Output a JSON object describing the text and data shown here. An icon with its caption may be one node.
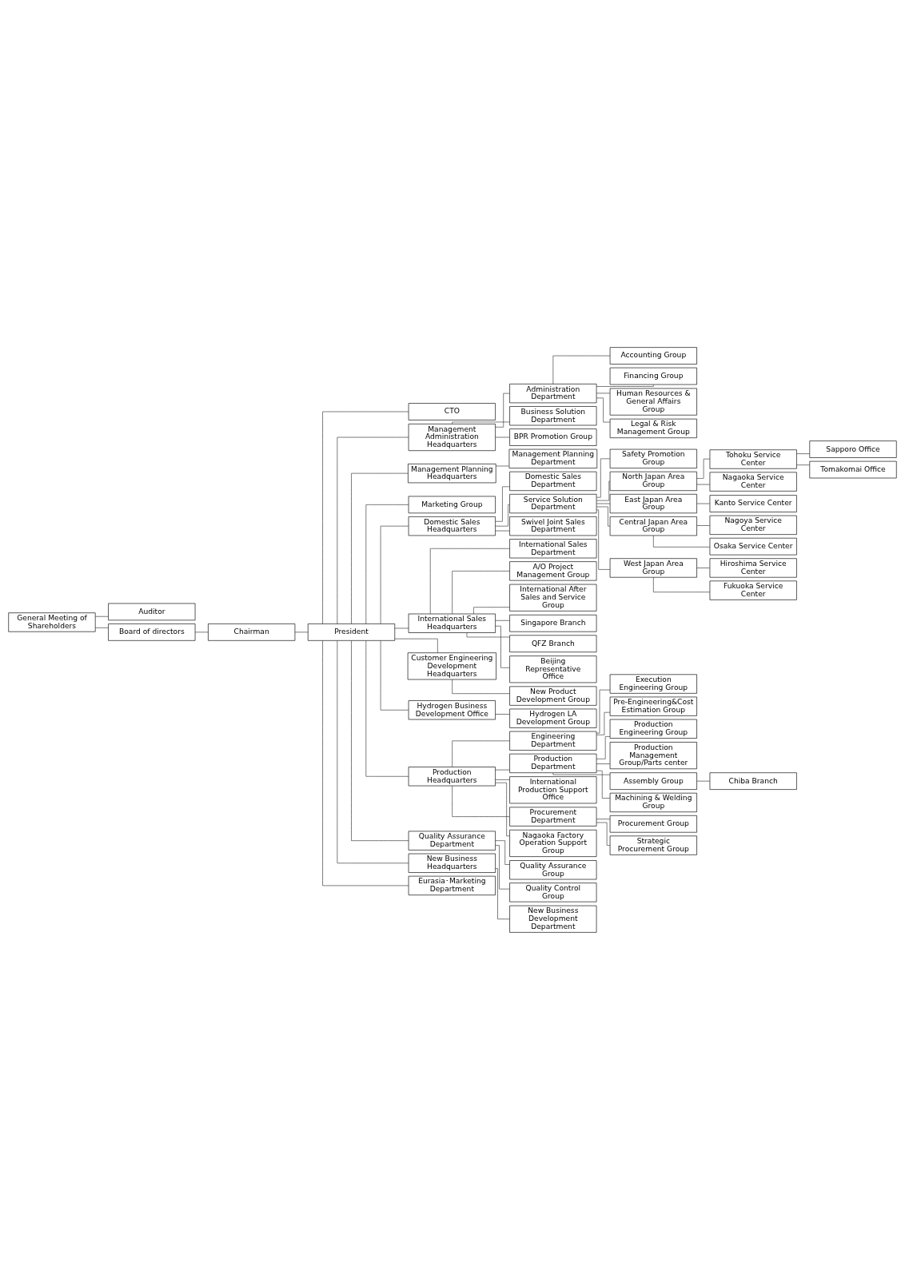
{
  "diagram": {
    "nodes": [
      {
        "text": [
          "General Meeting of Shareholders"
        ]
      },
      {
        "text": [
          "Auditor"
        ]
      },
      {
        "text": [
          "Board of directors"
        ]
      },
      {
        "text": [
          "Chairman"
        ]
      },
      {
        "text": [
          "President"
        ]
      },
      {
        "text": [
          "CTO"
        ]
      },
      {
        "text": [
          "Management Administration Headquarters"
        ]
      },
      {
        "text": [
          "Administration Department"
        ]
      },
      {
        "text": [
          "Accounting Group"
        ]
      },
      {
        "text": [
          "Financing Group"
        ]
      },
      {
        "text": [
          "Human Resources & General Affairs Group"
        ]
      },
      {
        "text": [
          "Legal & Risk Management Group"
        ]
      },
      {
        "text": [
          "Business Solution Department"
        ]
      },
      {
        "text": [
          "BPR Promotion Group"
        ]
      },
      {
        "text": [
          "Management Planning Headquarters"
        ]
      },
      {
        "text": [
          "Management Planning Department"
        ]
      },
      {
        "text": [
          "Marketing Group"
        ]
      },
      {
        "text": [
          "Domestic Sales Headquarters"
        ]
      },
      {
        "text": [
          "Domestic Sales Department"
        ]
      },
      {
        "text": [
          "Service Solution Department"
        ]
      },
      {
        "text": [
          "Safety Promotion Group"
        ]
      },
      {
        "text": [
          "North Japan Area Group"
        ]
      },
      {
        "text": [
          "Tohoku Service Center"
        ]
      },
      {
        "text": [
          "Sapporo Office"
        ]
      },
      {
        "text": [
          "Tomakomai Office"
        ]
      },
      {
        "text": [
          "Nagaoka Service Center"
        ]
      },
      {
        "text": [
          "East Japan Area Group"
        ]
      },
      {
        "text": [
          "Kanto Service Center"
        ]
      },
      {
        "text": [
          "Central Japan Area Group"
        ]
      },
      {
        "text": [
          "Nagoya Service Center"
        ]
      },
      {
        "text": [
          "Osaka Service Center"
        ]
      },
      {
        "text": [
          "West Japan Area Group"
        ]
      },
      {
        "text": [
          "Hiroshima Service Center"
        ]
      },
      {
        "text": [
          "Fukuoka Service Center"
        ]
      },
      {
        "text": [
          "Swivel Joint Sales Department"
        ]
      },
      {
        "text": [
          "International Sales Headquarters"
        ]
      },
      {
        "text": [
          "International Sales Department"
        ]
      },
      {
        "text": [
          "A/O Project Management Group"
        ]
      },
      {
        "text": [
          "International After Sales and Service Group"
        ]
      },
      {
        "text": [
          "Singapore Branch"
        ]
      },
      {
        "text": [
          "QFZ Branch"
        ]
      },
      {
        "text": [
          "Beijing Representative Office"
        ]
      },
      {
        "text": [
          "Customer Engineering Development Headquarters"
        ]
      },
      {
        "text": [
          "New Product Development Group"
        ]
      },
      {
        "text": [
          "Hydrogen Business Development Office"
        ]
      },
      {
        "text": [
          "Hydrogen LA Development Group"
        ]
      },
      {
        "text": [
          "Production Headquarters"
        ]
      },
      {
        "text": [
          "Engineering Department"
        ]
      },
      {
        "text": [
          "Execution Engineering Group"
        ]
      },
      {
        "text": [
          "Pre-Engineering&Cost Estimation Group"
        ]
      },
      {
        "text": [
          "Production Department"
        ]
      },
      {
        "text": [
          "Production Engineering Group"
        ]
      },
      {
        "text": [
          "Production Management Group/Parts center"
        ]
      },
      {
        "text": [
          "Assembly Group"
        ]
      },
      {
        "text": [
          "Machining & Welding Group"
        ]
      },
      {
        "text": [
          "Chiba Branch"
        ]
      },
      {
        "text": [
          "International Production Support Office"
        ]
      },
      {
        "text": [
          "Procurement Department"
        ]
      },
      {
        "text": [
          "Procurement Group"
        ]
      },
      {
        "text": [
          "Strategic Procurement Group"
        ]
      },
      {
        "text": [
          "Nagaoka Factory Operation Support Group"
        ]
      },
      {
        "text": [
          "Quality Assurance Department"
        ]
      },
      {
        "text": [
          "Quality Assurance Group"
        ]
      },
      {
        "text": [
          "Quality Control Group"
        ]
      },
      {
        "text": [
          "New Business Headquarters"
        ]
      },
      {
        "text": [
          "New Business Development Department"
        ]
      },
      {
        "text": [
          "Eurasia･Marketing Department"
        ]
      }
    ],
    "edges": [
      {
        "from": 0,
        "to": 2,
        "arrow": "none"
      },
      {
        "from": 0,
        "to": 1,
        "arrow": "none"
      },
      {
        "from": 2,
        "to": 3,
        "arrow": "none"
      },
      {
        "from": 3,
        "to": 4,
        "arrow": "none"
      },
      {
        "from": 4,
        "to": 5,
        "arrow": "none"
      },
      {
        "from": 4,
        "to": 6,
        "arrow": "none"
      },
      {
        "from": 4,
        "to": 14,
        "arrow": "none"
      },
      {
        "from": 4,
        "to": 16,
        "arrow": "none"
      },
      {
        "from": 4,
        "to": 17,
        "arrow": "none"
      },
      {
        "from": 4,
        "to": 35,
        "arrow": "none"
      },
      {
        "from": 4,
        "to": 42,
        "arrow": "none"
      },
      {
        "from": 4,
        "to": 44,
        "arrow": "none"
      },
      {
        "from": 4,
        "to": 46,
        "arrow": "none"
      },
      {
        "from": 4,
        "to": 61,
        "arrow": "none"
      },
      {
        "from": 4,
        "to": 64,
        "arrow": "none"
      },
      {
        "from": 4,
        "to": 66,
        "arrow": "none"
      },
      {
        "from": 6,
        "to": 7,
        "arrow": "none"
      },
      {
        "from": 7,
        "to": 8,
        "arrow": "none"
      },
      {
        "from": 7,
        "to": 9,
        "arrow": "none"
      },
      {
        "from": 7,
        "to": 10,
        "arrow": "none"
      },
      {
        "from": 7,
        "to": 11,
        "arrow": "none"
      },
      {
        "from": 6,
        "to": 12,
        "arrow": "none"
      },
      {
        "from": 6,
        "to": 13,
        "arrow": "none"
      },
      {
        "from": 14,
        "to": 15,
        "arrow": "none"
      },
      {
        "from": 17,
        "to": 18,
        "arrow": "none"
      },
      {
        "from": 17,
        "to": 19,
        "arrow": "none"
      },
      {
        "from": 17,
        "to": 34,
        "arrow": "none"
      },
      {
        "from": 19,
        "to": 20,
        "arrow": "none"
      },
      {
        "from": 19,
        "to": 21,
        "arrow": "none"
      },
      {
        "from": 19,
        "to": 26,
        "arrow": "none"
      },
      {
        "from": 19,
        "to": 28,
        "arrow": "none"
      },
      {
        "from": 19,
        "to": 31,
        "arrow": "none"
      },
      {
        "from": 21,
        "to": 22,
        "arrow": "none"
      },
      {
        "from": 21,
        "to": 25,
        "arrow": "none"
      },
      {
        "from": 22,
        "to": 23,
        "arrow": "none"
      },
      {
        "from": 22,
        "to": 24,
        "arrow": "none"
      },
      {
        "from": 26,
        "to": 27,
        "arrow": "none"
      },
      {
        "from": 28,
        "to": 29,
        "arrow": "none"
      },
      {
        "from": 28,
        "to": 30,
        "arrow": "none"
      },
      {
        "from": 31,
        "to": 32,
        "arrow": "none"
      },
      {
        "from": 31,
        "to": 33,
        "arrow": "none"
      },
      {
        "from": 35,
        "to": 36,
        "arrow": "none"
      },
      {
        "from": 35,
        "to": 37,
        "arrow": "none"
      },
      {
        "from": 35,
        "to": 38,
        "arrow": "none"
      },
      {
        "from": 35,
        "to": 39,
        "arrow": "none"
      },
      {
        "from": 35,
        "to": 40,
        "arrow": "none"
      },
      {
        "from": 35,
        "to": 41,
        "arrow": "none"
      },
      {
        "from": 42,
        "to": 43,
        "arrow": "none"
      },
      {
        "from": 44,
        "to": 45,
        "arrow": "none"
      },
      {
        "from": 46,
        "to": 47,
        "arrow": "none"
      },
      {
        "from": 46,
        "to": 50,
        "arrow": "none"
      },
      {
        "from": 46,
        "to": 56,
        "arrow": "none"
      },
      {
        "from": 46,
        "to": 57,
        "arrow": "none"
      },
      {
        "from": 46,
        "to": 60,
        "arrow": "none"
      },
      {
        "from": 47,
        "to": 48,
        "arrow": "none"
      },
      {
        "from": 47,
        "to": 49,
        "arrow": "none"
      },
      {
        "from": 50,
        "to": 51,
        "arrow": "none"
      },
      {
        "from": 50,
        "to": 52,
        "arrow": "none"
      },
      {
        "from": 50,
        "to": 53,
        "arrow": "none"
      },
      {
        "from": 50,
        "to": 54,
        "arrow": "none"
      },
      {
        "from": 53,
        "to": 55,
        "arrow": "none"
      },
      {
        "from": 57,
        "to": 58,
        "arrow": "none"
      },
      {
        "from": 57,
        "to": 59,
        "arrow": "none"
      },
      {
        "from": 61,
        "to": 62,
        "arrow": "none"
      },
      {
        "from": 61,
        "to": 63,
        "arrow": "none"
      },
      {
        "from": 64,
        "to": 65,
        "arrow": "none"
      }
    ]
  }
}
